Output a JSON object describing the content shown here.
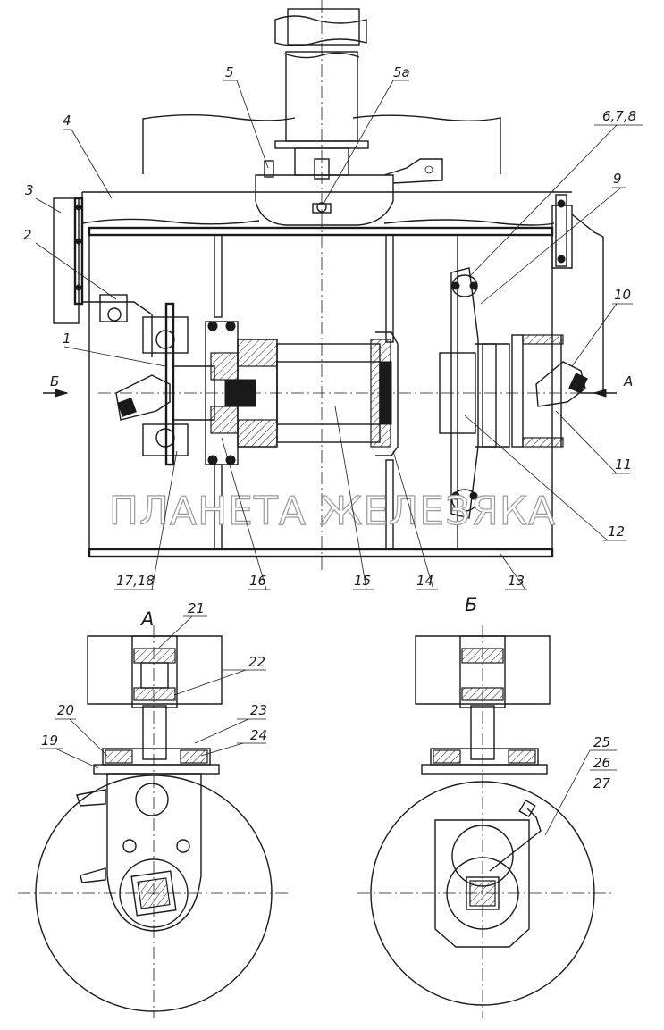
{
  "watermark": "ПЛАНЕТА ЖЕЛЕЗЯКА",
  "view_labels": {
    "view_a": "А",
    "view_b": "Б",
    "arrow_a": "А",
    "arrow_b": "Б"
  },
  "callouts": {
    "c1": "1",
    "c2": "2",
    "c3": "3",
    "c4": "4",
    "c5": "5",
    "c5a": "5а",
    "c678": "6,7,8",
    "c9": "9",
    "c10": "10",
    "c11": "11",
    "c12": "12",
    "c13": "13",
    "c14": "14",
    "c15": "15",
    "c16": "16",
    "c1718": "17,18",
    "c19": "19",
    "c20": "20",
    "c21": "21",
    "c22": "22",
    "c23": "23",
    "c24": "24",
    "c25": "25",
    "c26": "26",
    "c27": "27"
  },
  "colors": {
    "line": "#1a1a1a",
    "watermark_outline": "#9a9a9a",
    "background": "#ffffff"
  }
}
